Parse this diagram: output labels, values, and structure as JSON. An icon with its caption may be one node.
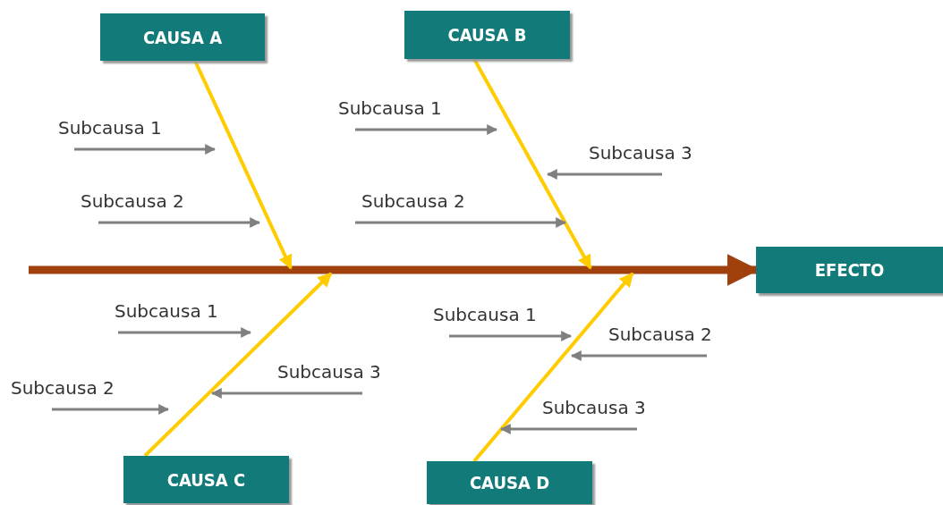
{
  "diagram": {
    "nodes": [
      {
        "text": [
          "CAUSA A"
        ]
      },
      {
        "text": [
          "CAUSA B"
        ]
      },
      {
        "text": [
          "EFECTO"
        ]
      },
      {
        "text": [
          "Subcausa 1"
        ]
      },
      {
        "text": [
          "Subcausa 2"
        ]
      },
      {
        "text": [
          "Subcausa 1"
        ]
      },
      {
        "text": [
          "Subcausa 3"
        ]
      },
      {
        "text": [
          "Subcausa 2"
        ]
      },
      {
        "text": [
          "Subcausa 1"
        ]
      },
      {
        "text": [
          "Subcausa 3"
        ]
      },
      {
        "text": [
          "Subcausa 2"
        ]
      },
      {
        "text": [
          "Subcausa 1"
        ]
      },
      {
        "text": [
          "Subcausa 2"
        ]
      },
      {
        "text": [
          "Subcausa 3"
        ]
      },
      {
        "text": [
          "CAUSA C"
        ]
      },
      {
        "text": [
          "CAUSA D"
        ]
      }
    ],
    "edges": [
      {
        "from": null,
        "to": 2,
        "arrow": "to",
        "style": "thick",
        "color": "#a0410d"
      },
      {
        "from": 0,
        "to": null,
        "arrow": "to",
        "color": "#ffcc00"
      },
      {
        "from": 1,
        "to": null,
        "arrow": "to",
        "color": "#ffcc00"
      },
      {
        "from": 14,
        "to": null,
        "arrow": "to",
        "color": "#ffcc00"
      },
      {
        "from": 15,
        "to": null,
        "arrow": "to",
        "color": "#ffcc00"
      },
      {
        "from": 3,
        "to": null,
        "arrow": "to"
      },
      {
        "from": 4,
        "to": null,
        "arrow": "to"
      },
      {
        "from": 5,
        "to": null,
        "arrow": "to"
      },
      {
        "from": 6,
        "to": null,
        "arrow": "to"
      },
      {
        "from": 7,
        "to": null,
        "arrow": "to"
      },
      {
        "from": 8,
        "to": null,
        "arrow": "to"
      },
      {
        "from": 9,
        "to": null,
        "arrow": "to"
      },
      {
        "from": 10,
        "to": null,
        "arrow": "to"
      },
      {
        "from": 11,
        "to": null,
        "arrow": "to"
      },
      {
        "from": 12,
        "to": null,
        "arrow": "to"
      },
      {
        "from": 13,
        "to": null,
        "arrow": "to"
      }
    ]
  }
}
